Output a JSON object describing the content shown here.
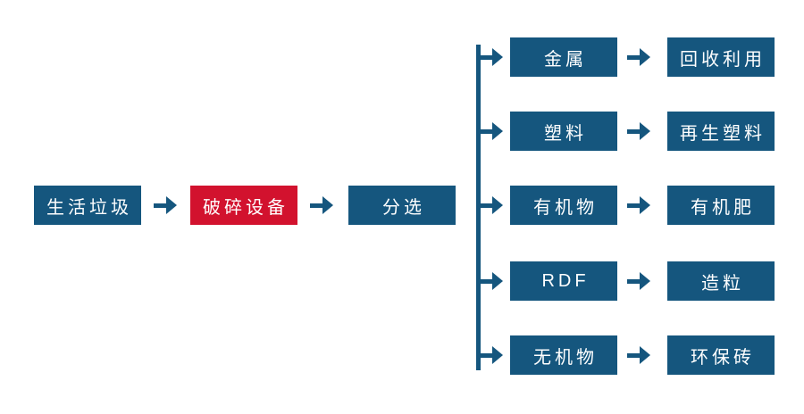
{
  "colors": {
    "primary_blue": "#15567E",
    "accent_red": "#D2122E",
    "box_text": "#FFFFFF",
    "background": "#FFFFFF"
  },
  "icons": {
    "flow_arrow": "→"
  },
  "main_flow": {
    "source": "生活垃圾",
    "process": "破碎设备",
    "sorting": "分选"
  },
  "branches": [
    {
      "material": "金属",
      "outcome": "回收利用"
    },
    {
      "material": "塑料",
      "outcome": "再生塑料"
    },
    {
      "material": "有机物",
      "outcome": "有机肥"
    },
    {
      "material": "RDF",
      "outcome": "造粒"
    },
    {
      "material": "无机物",
      "outcome": "环保砖"
    }
  ]
}
